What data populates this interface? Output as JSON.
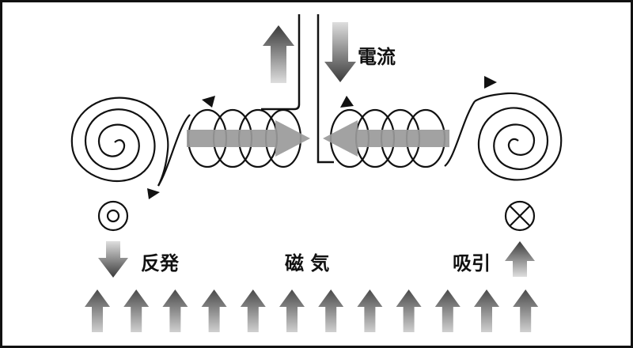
{
  "labels": {
    "current": "電流",
    "repulsion": "反発",
    "magnetism": "磁 気",
    "attraction": "吸引"
  },
  "symbols": {
    "out_of_page": "dot-in-circle",
    "into_page": "cross-in-circle"
  },
  "colors": {
    "border": "#111111",
    "wire": "#111111",
    "arrow_dark": "#444444",
    "arrow_light": "#d8d8d8",
    "field_arrow": "#999999"
  },
  "field_arrow_count": 12
}
